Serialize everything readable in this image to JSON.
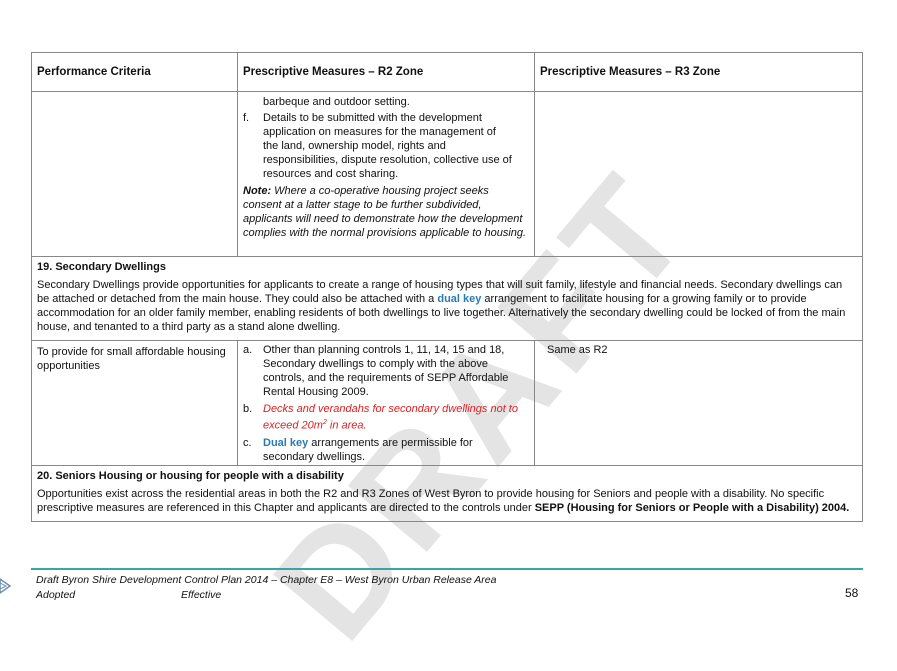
{
  "watermark": "DRAFT",
  "table": {
    "headers": [
      "Performance Criteria",
      "Prescriptive Measures – R2 Zone",
      "Prescriptive Measures – R3 Zone"
    ],
    "cont_row": {
      "line0": "barbeque and outdoor setting.",
      "f_label": "f.",
      "f_text": "Details to be submitted with the development application on measures for the management of the land, ownership model, rights and responsibilities, dispute resolution, collective use of resources and cost sharing.",
      "note_label": "Note:",
      "note_text": " Where a co-operative housing project seeks consent at a latter stage to be further subdivided, applicants will need to demonstrate how the development complies with the normal provisions applicable to housing."
    },
    "section19": {
      "title": "19. Secondary Dwellings",
      "p1": "Secondary Dwellings provide opportunities for applicants to create a range of housing types that will suit family, lifestyle and financial needs. Secondary dwellings can be attached or detached from the main house. They could also be attached with a ",
      "p1_link": "dual key",
      "p1_end": " arrangement to facilitate housing for a growing family or to provide accommodation for an older family member, enabling residents of both dwellings to live together. Alternatively the secondary dwelling could be locked of from the main house, and tenanted to a third party as a stand alone dwelling."
    },
    "row19": {
      "criteria": "To provide for small affordable housing opportunities",
      "a_label": "a.",
      "a_text": "Other than planning controls 1, 11, 14, 15 and 18, Secondary dwellings to comply with the above controls, and the requirements of SEPP Affordable Rental Housing 2009.",
      "b_label": "b.",
      "b_text": "Decks and verandahs for secondary dwellings not to exceed 20m",
      "b_sup": "2",
      "b_end": " in area.",
      "c_label": "c.",
      "c_link": "Dual key",
      "c_text": " arrangements are permissible for secondary dwellings.",
      "r3": "Same as R2"
    },
    "section20": {
      "title": "20. Seniors Housing or housing for people with a disability",
      "p1": "Opportunities exist across the residential areas in both the R2 and R3 Zones of West Byron to provide housing for Seniors and people with a disability. No specific prescriptive measures are referenced in this Chapter and applicants are directed to the controls under ",
      "p1_bold": "SEPP (Housing for Seniors or People with a Disability) 2004."
    }
  },
  "footer": {
    "title": "Draft Byron Shire Development Control Plan 2014 – Chapter E8 – West Byron Urban Release Area",
    "adopted": "Adopted",
    "effective": "Effective",
    "page": "58"
  },
  "colors": {
    "accent_line": "#3aa5a5",
    "link": "#2a7ab8",
    "amendment": "#e02020"
  }
}
